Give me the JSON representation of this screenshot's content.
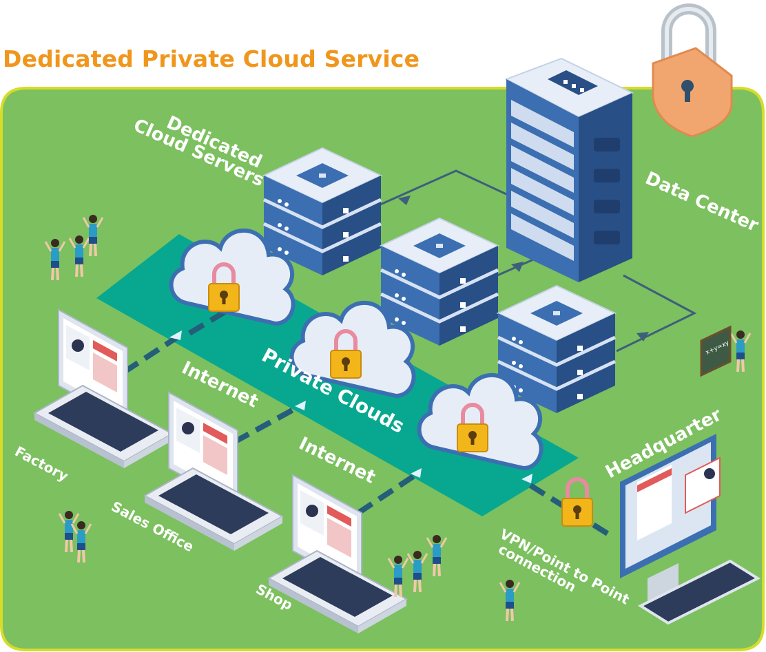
{
  "title": "Dedicated Private Cloud Service",
  "labels": {
    "dedicated": "Dedicated",
    "cloud_servers": "Cloud Servers",
    "data_center": "Data Center",
    "private_clouds": "Private Clouds",
    "internet_1": "Internet",
    "internet_2": "Internet",
    "factory": "Factory",
    "sales_office": "Sales Office",
    "shop": "Shop",
    "headquarter": "Headquarter",
    "vpn_1": "VPN/Point to Point",
    "vpn_2": "connection",
    "blackboard": "x+y=xy"
  },
  "colors": {
    "background": "#7cc05f",
    "border": "#d6dc2a",
    "title": "#f0961c",
    "band": "#08a890",
    "server": "#3c6fb1",
    "lock": "#f2b61b"
  }
}
